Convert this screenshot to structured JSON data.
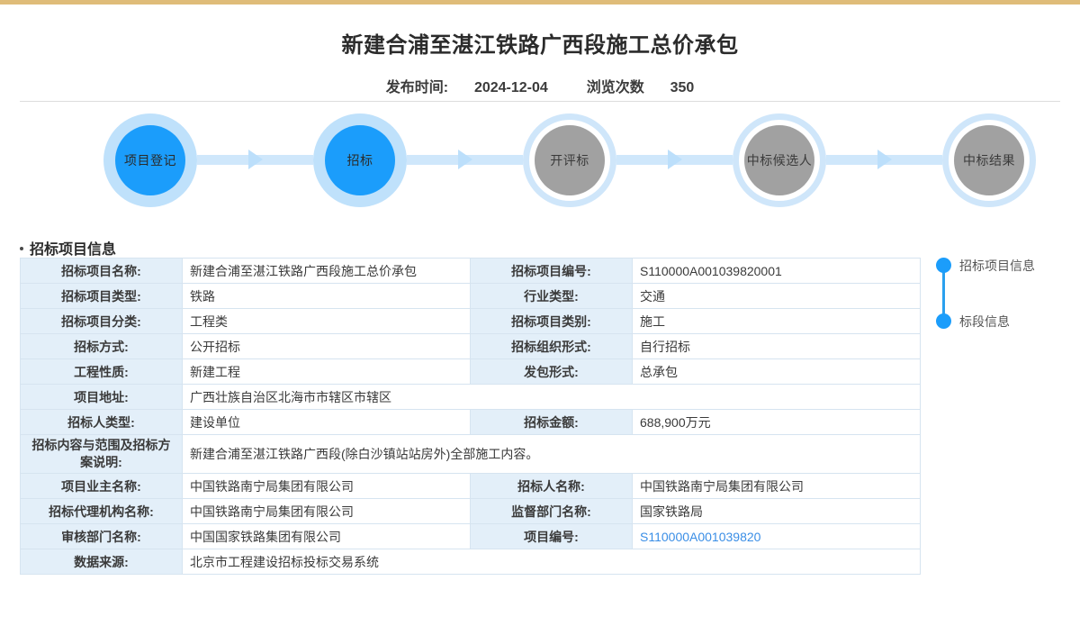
{
  "accent": {
    "gold_bar": "#dfbc79",
    "blue": "#1b9dfb",
    "link_blue": "#3a8ee6",
    "label_bg": "#e3eff9"
  },
  "header": {
    "title": "新建合浦至湛江铁路广西段施工总价承包",
    "publish_label": "发布时间:",
    "publish_date": "2024-12-04",
    "views_label": "浏览次数",
    "views_count": "350"
  },
  "stepper": {
    "steps": [
      {
        "lines": [
          "项目",
          "登记"
        ],
        "state": "active"
      },
      {
        "lines": [
          "招标"
        ],
        "state": "active"
      },
      {
        "lines": [
          "开评标"
        ],
        "state": "inactive"
      },
      {
        "lines": [
          "中标",
          "候选人"
        ],
        "state": "inactive"
      },
      {
        "lines": [
          "中标",
          "结果"
        ],
        "state": "inactive"
      }
    ]
  },
  "section": {
    "heading": "招标项目信息"
  },
  "table": {
    "rows": [
      {
        "cells": [
          {
            "type": "lab",
            "text": "招标项目名称:"
          },
          {
            "type": "val",
            "text": "新建合浦至湛江铁路广西段施工总价承包"
          },
          {
            "type": "lab",
            "text": "招标项目编号:"
          },
          {
            "type": "val",
            "text": "S110000A001039820001"
          }
        ]
      },
      {
        "cells": [
          {
            "type": "lab",
            "text": "招标项目类型:"
          },
          {
            "type": "val",
            "text": "铁路"
          },
          {
            "type": "lab",
            "text": "行业类型:"
          },
          {
            "type": "val",
            "text": "交通"
          }
        ]
      },
      {
        "cells": [
          {
            "type": "lab",
            "text": "招标项目分类:"
          },
          {
            "type": "val",
            "text": "工程类"
          },
          {
            "type": "lab",
            "text": "招标项目类别:"
          },
          {
            "type": "val",
            "text": "施工"
          }
        ]
      },
      {
        "cells": [
          {
            "type": "lab",
            "text": "招标方式:"
          },
          {
            "type": "val",
            "text": "公开招标"
          },
          {
            "type": "lab",
            "text": "招标组织形式:"
          },
          {
            "type": "val",
            "text": "自行招标"
          }
        ]
      },
      {
        "cells": [
          {
            "type": "lab",
            "text": "工程性质:"
          },
          {
            "type": "val",
            "text": "新建工程"
          },
          {
            "type": "lab",
            "text": "发包形式:"
          },
          {
            "type": "val",
            "text": "总承包"
          }
        ]
      },
      {
        "cells": [
          {
            "type": "lab",
            "text": "项目地址:"
          },
          {
            "type": "val",
            "text": "广西壮族自治区北海市市辖区市辖区",
            "span": 3
          }
        ]
      },
      {
        "cells": [
          {
            "type": "lab",
            "text": "招标人类型:"
          },
          {
            "type": "val",
            "text": "建设单位"
          },
          {
            "type": "lab",
            "text": "招标金额:"
          },
          {
            "type": "val",
            "text": "688,900万元"
          }
        ]
      },
      {
        "cells": [
          {
            "type": "lab",
            "text": "招标内容与范围及招标方案说明:",
            "two_line": true
          },
          {
            "type": "val",
            "text": "新建合浦至湛江铁路广西段(除白沙镇站站房外)全部施工内容。",
            "span": 3
          }
        ]
      },
      {
        "cells": [
          {
            "type": "lab",
            "text": "项目业主名称:"
          },
          {
            "type": "val",
            "text": "中国铁路南宁局集团有限公司"
          },
          {
            "type": "lab",
            "text": "招标人名称:"
          },
          {
            "type": "val",
            "text": "中国铁路南宁局集团有限公司"
          }
        ]
      },
      {
        "cells": [
          {
            "type": "lab",
            "text": "招标代理机构名称:"
          },
          {
            "type": "val",
            "text": "中国铁路南宁局集团有限公司"
          },
          {
            "type": "lab",
            "text": "监督部门名称:"
          },
          {
            "type": "val",
            "text": "国家铁路局"
          }
        ]
      },
      {
        "cells": [
          {
            "type": "lab",
            "text": "审核部门名称:"
          },
          {
            "type": "val",
            "text": "中国国家铁路集团有限公司"
          },
          {
            "type": "lab",
            "text": "项目编号:"
          },
          {
            "type": "val",
            "text": "S110000A001039820",
            "link": true
          }
        ]
      },
      {
        "cells": [
          {
            "type": "lab",
            "text": "数据来源:"
          },
          {
            "type": "val",
            "text": "北京市工程建设招标投标交易系统",
            "span": 3
          }
        ]
      }
    ]
  },
  "rail": {
    "items": [
      {
        "label": "招标项目信息"
      },
      {
        "label": "标段信息"
      }
    ]
  }
}
